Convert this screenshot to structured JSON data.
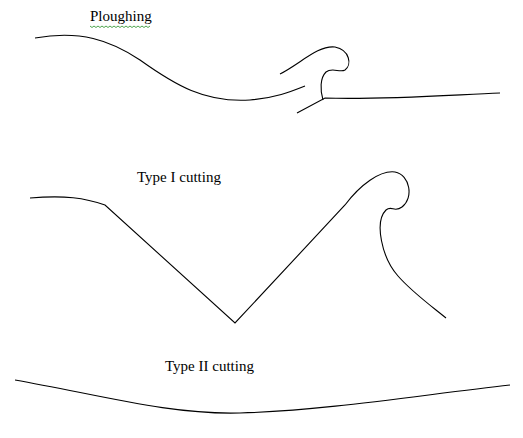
{
  "diagram": {
    "labels": [
      "Ploughing",
      "Type I cutting",
      "Type II cutting"
    ]
  }
}
